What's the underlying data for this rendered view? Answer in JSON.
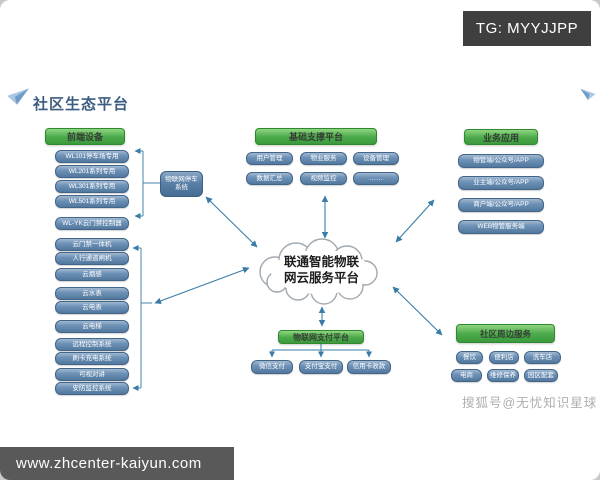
{
  "badge": {
    "tg": "TG: MYYJJPP"
  },
  "title": "社区生态平台",
  "watermark": "搜狐号@无忧知识星球",
  "footer": {
    "url": "www.zhcenter-kaiyun.com"
  },
  "colors": {
    "green_header": "#46a746",
    "blue_box": "#53789e",
    "arrow": "#3a7ca8",
    "badge_bg": "#3f3f3f"
  },
  "cloud": {
    "line1": "联通智能物联",
    "line2": "网云服务平台"
  },
  "front_devices": {
    "title": "前端设备",
    "items": [
      "WL101停车场专用",
      "WL201系列专用",
      "WL301系列专用",
      "WL501系列专用",
      "WL-YK云门禁控制器",
      "云门禁一体机",
      "人行通道闸机",
      "云烟感",
      "云水表",
      "云电表",
      "云电梯",
      "远程控制系统",
      "刷卡充电系统",
      "可视对讲",
      "安防监控系统"
    ]
  },
  "parking_system": {
    "label": "物联网停车系统"
  },
  "base_platform": {
    "title": "基础支撑平台",
    "items": [
      "用户管理",
      "物业服务",
      "设备管理",
      "数据汇总",
      "视频监控",
      "……"
    ]
  },
  "business_apps": {
    "title": "业务应用",
    "items": [
      "物管端/公众号/APP",
      "业主端/公众号/APP",
      "商户端/公众号/APP",
      "WEB物管服务端"
    ]
  },
  "payment_platform": {
    "title": "物联网支付平台",
    "items": [
      "微信支付",
      "支付宝支付",
      "信用卡收款"
    ]
  },
  "community_services": {
    "title": "社区周边服务",
    "items": [
      "餐饮",
      "便利店",
      "洗车店",
      "电商",
      "维修保养",
      "园区配套"
    ]
  }
}
